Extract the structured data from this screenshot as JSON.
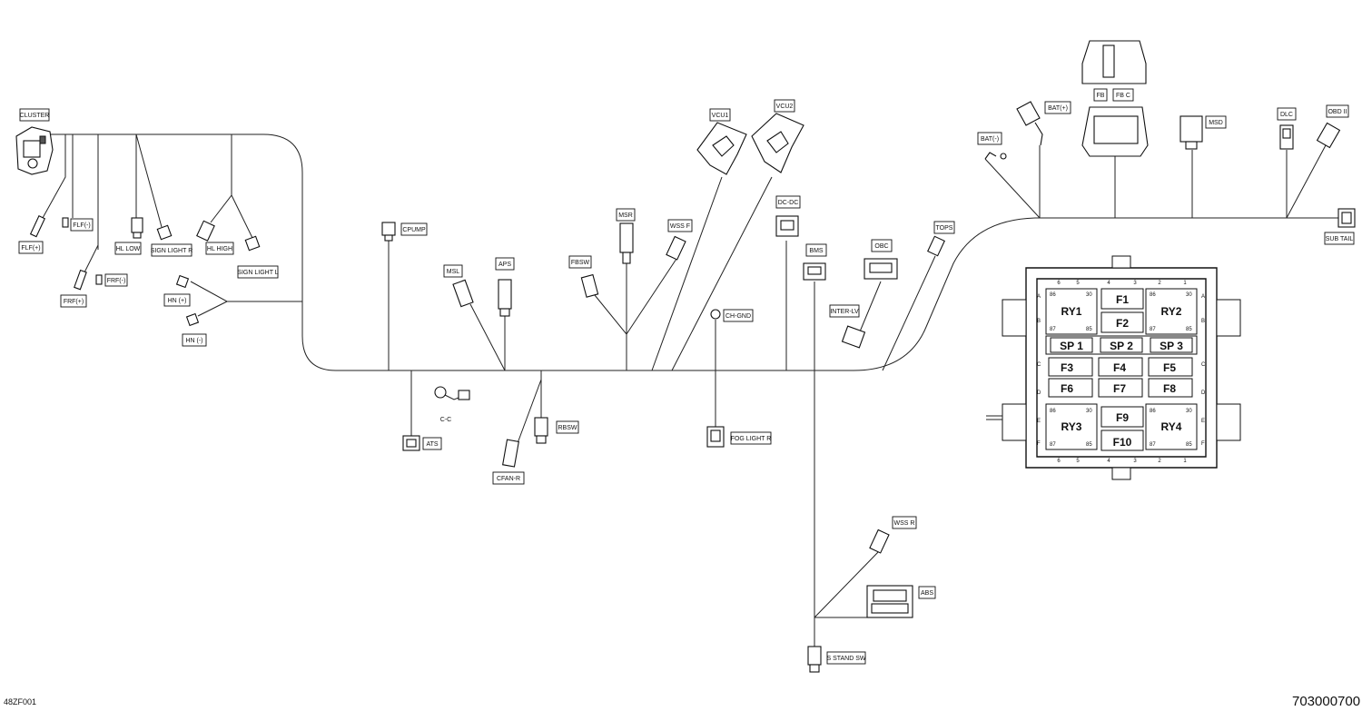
{
  "connector_labels": {
    "cluster": "CLUSTER",
    "flf_pos": "FLF(+)",
    "flf_neg": "FLF(-)",
    "hl_low": "HL LOW",
    "sign_light_r": "SIGN LIGHT R",
    "hl_high": "HL HIGH",
    "sign_light_l": "SIGN LIGHT L",
    "frf_neg": "FRF(-)",
    "frf_pos": "FRF(+)",
    "hn_pos": "HN (+)",
    "hn_neg": "HN (-)",
    "cpump": "CPUMP",
    "msl": "MSL",
    "aps": "APS",
    "fbsw": "FBSW",
    "msr": "MSR",
    "wss_f": "WSS  F",
    "vcu1": "VCU1",
    "vcu2": "VCU2",
    "dc_dc": "DC-DC",
    "bms": "BMS",
    "obc": "OBC",
    "tops": "TOPS",
    "inter_lv": "INTER-LV",
    "ch_gnd": "CH-GND",
    "c_c": "C-C",
    "ats": "ATS",
    "cfan_r": "CFAN-R",
    "rbsw": "RBSW",
    "fog_light_r": "FOG LIGHT R",
    "wss_r": "WSS  R",
    "abs": "ABS",
    "s_stand_sw": "S STAND SW",
    "bat_neg": "BAT(-)",
    "bat_pos": "BAT(+)",
    "fb": "FB",
    "fb_c": "FB  C",
    "msd": "MSD",
    "dlc": "DLC",
    "obd_ii": "OBD II",
    "sub_tail": "SUB TAIL"
  },
  "fuse_box": {
    "relays": [
      "RY1",
      "RY2",
      "RY3",
      "RY4"
    ],
    "fuses": [
      "F1",
      "F2",
      "F3",
      "F4",
      "F5",
      "F6",
      "F7",
      "F8",
      "F9",
      "F10"
    ],
    "spares": [
      "SP 1",
      "SP 2",
      "SP 3"
    ],
    "relay_pins": [
      "86",
      "30",
      "87",
      "85"
    ],
    "row_letters": [
      "A",
      "B",
      "C",
      "D",
      "E",
      "F"
    ],
    "column_numbers": [
      "6",
      "5",
      "4",
      "3",
      "2",
      "1"
    ]
  },
  "footer": {
    "left_code": "48ZF001",
    "right_code": "703000700"
  }
}
